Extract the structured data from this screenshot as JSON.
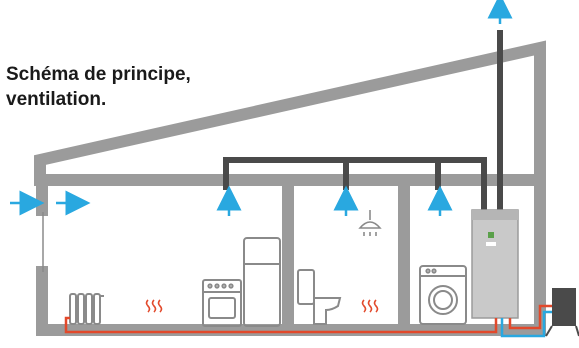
{
  "diagram": {
    "title": "Schéma de principe,\nventilation.",
    "colors": {
      "structure": "#9b9b9b",
      "duct": "#4a4a4a",
      "airflow": "#29a8e0",
      "heating": "#e2492b",
      "cold_pipe": "#29a8e0",
      "appliance_outline": "#8a8a8a",
      "heat_pump": "#c9c9c9"
    },
    "components": {
      "rooms": [
        "living-room",
        "kitchen",
        "bathroom",
        "utility-room"
      ],
      "appliances": [
        "radiator",
        "fridge",
        "oven",
        "toilet",
        "shower-head",
        "washing-machine",
        "water-heater",
        "outdoor-unit"
      ],
      "symbols": [
        "heat-waves",
        "air-arrows",
        "exhaust-arrow"
      ]
    }
  }
}
